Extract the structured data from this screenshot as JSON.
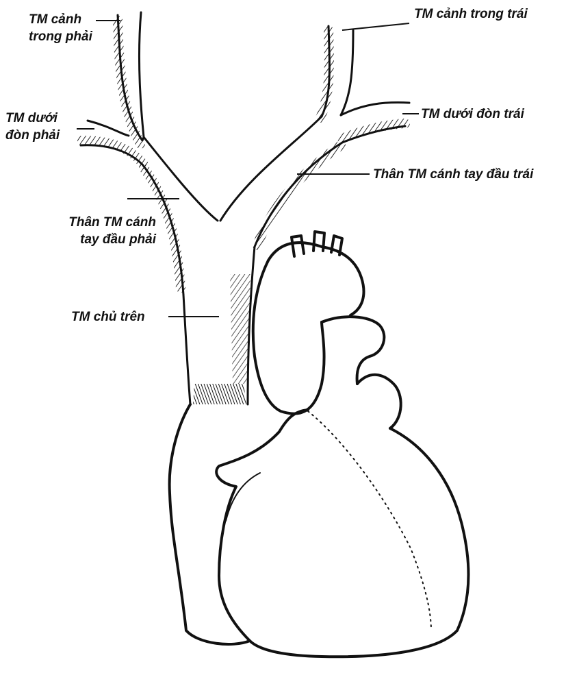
{
  "labels": {
    "right_internal_jugular": "TM cảnh\ntrong phải",
    "left_internal_jugular": "TM cảnh trong trái",
    "right_subclavian": "TM dưới\nđòn phải",
    "left_subclavian": "TM dưới đòn trái",
    "left_brachiocephalic": "Thân TM cánh tay đầu trái",
    "right_brachiocephalic": "Thân TM cánh\ntay đầu phải",
    "superior_vena_cava": "TM chủ trên"
  },
  "colors": {
    "ink": "#111111",
    "paper": "#ffffff"
  }
}
